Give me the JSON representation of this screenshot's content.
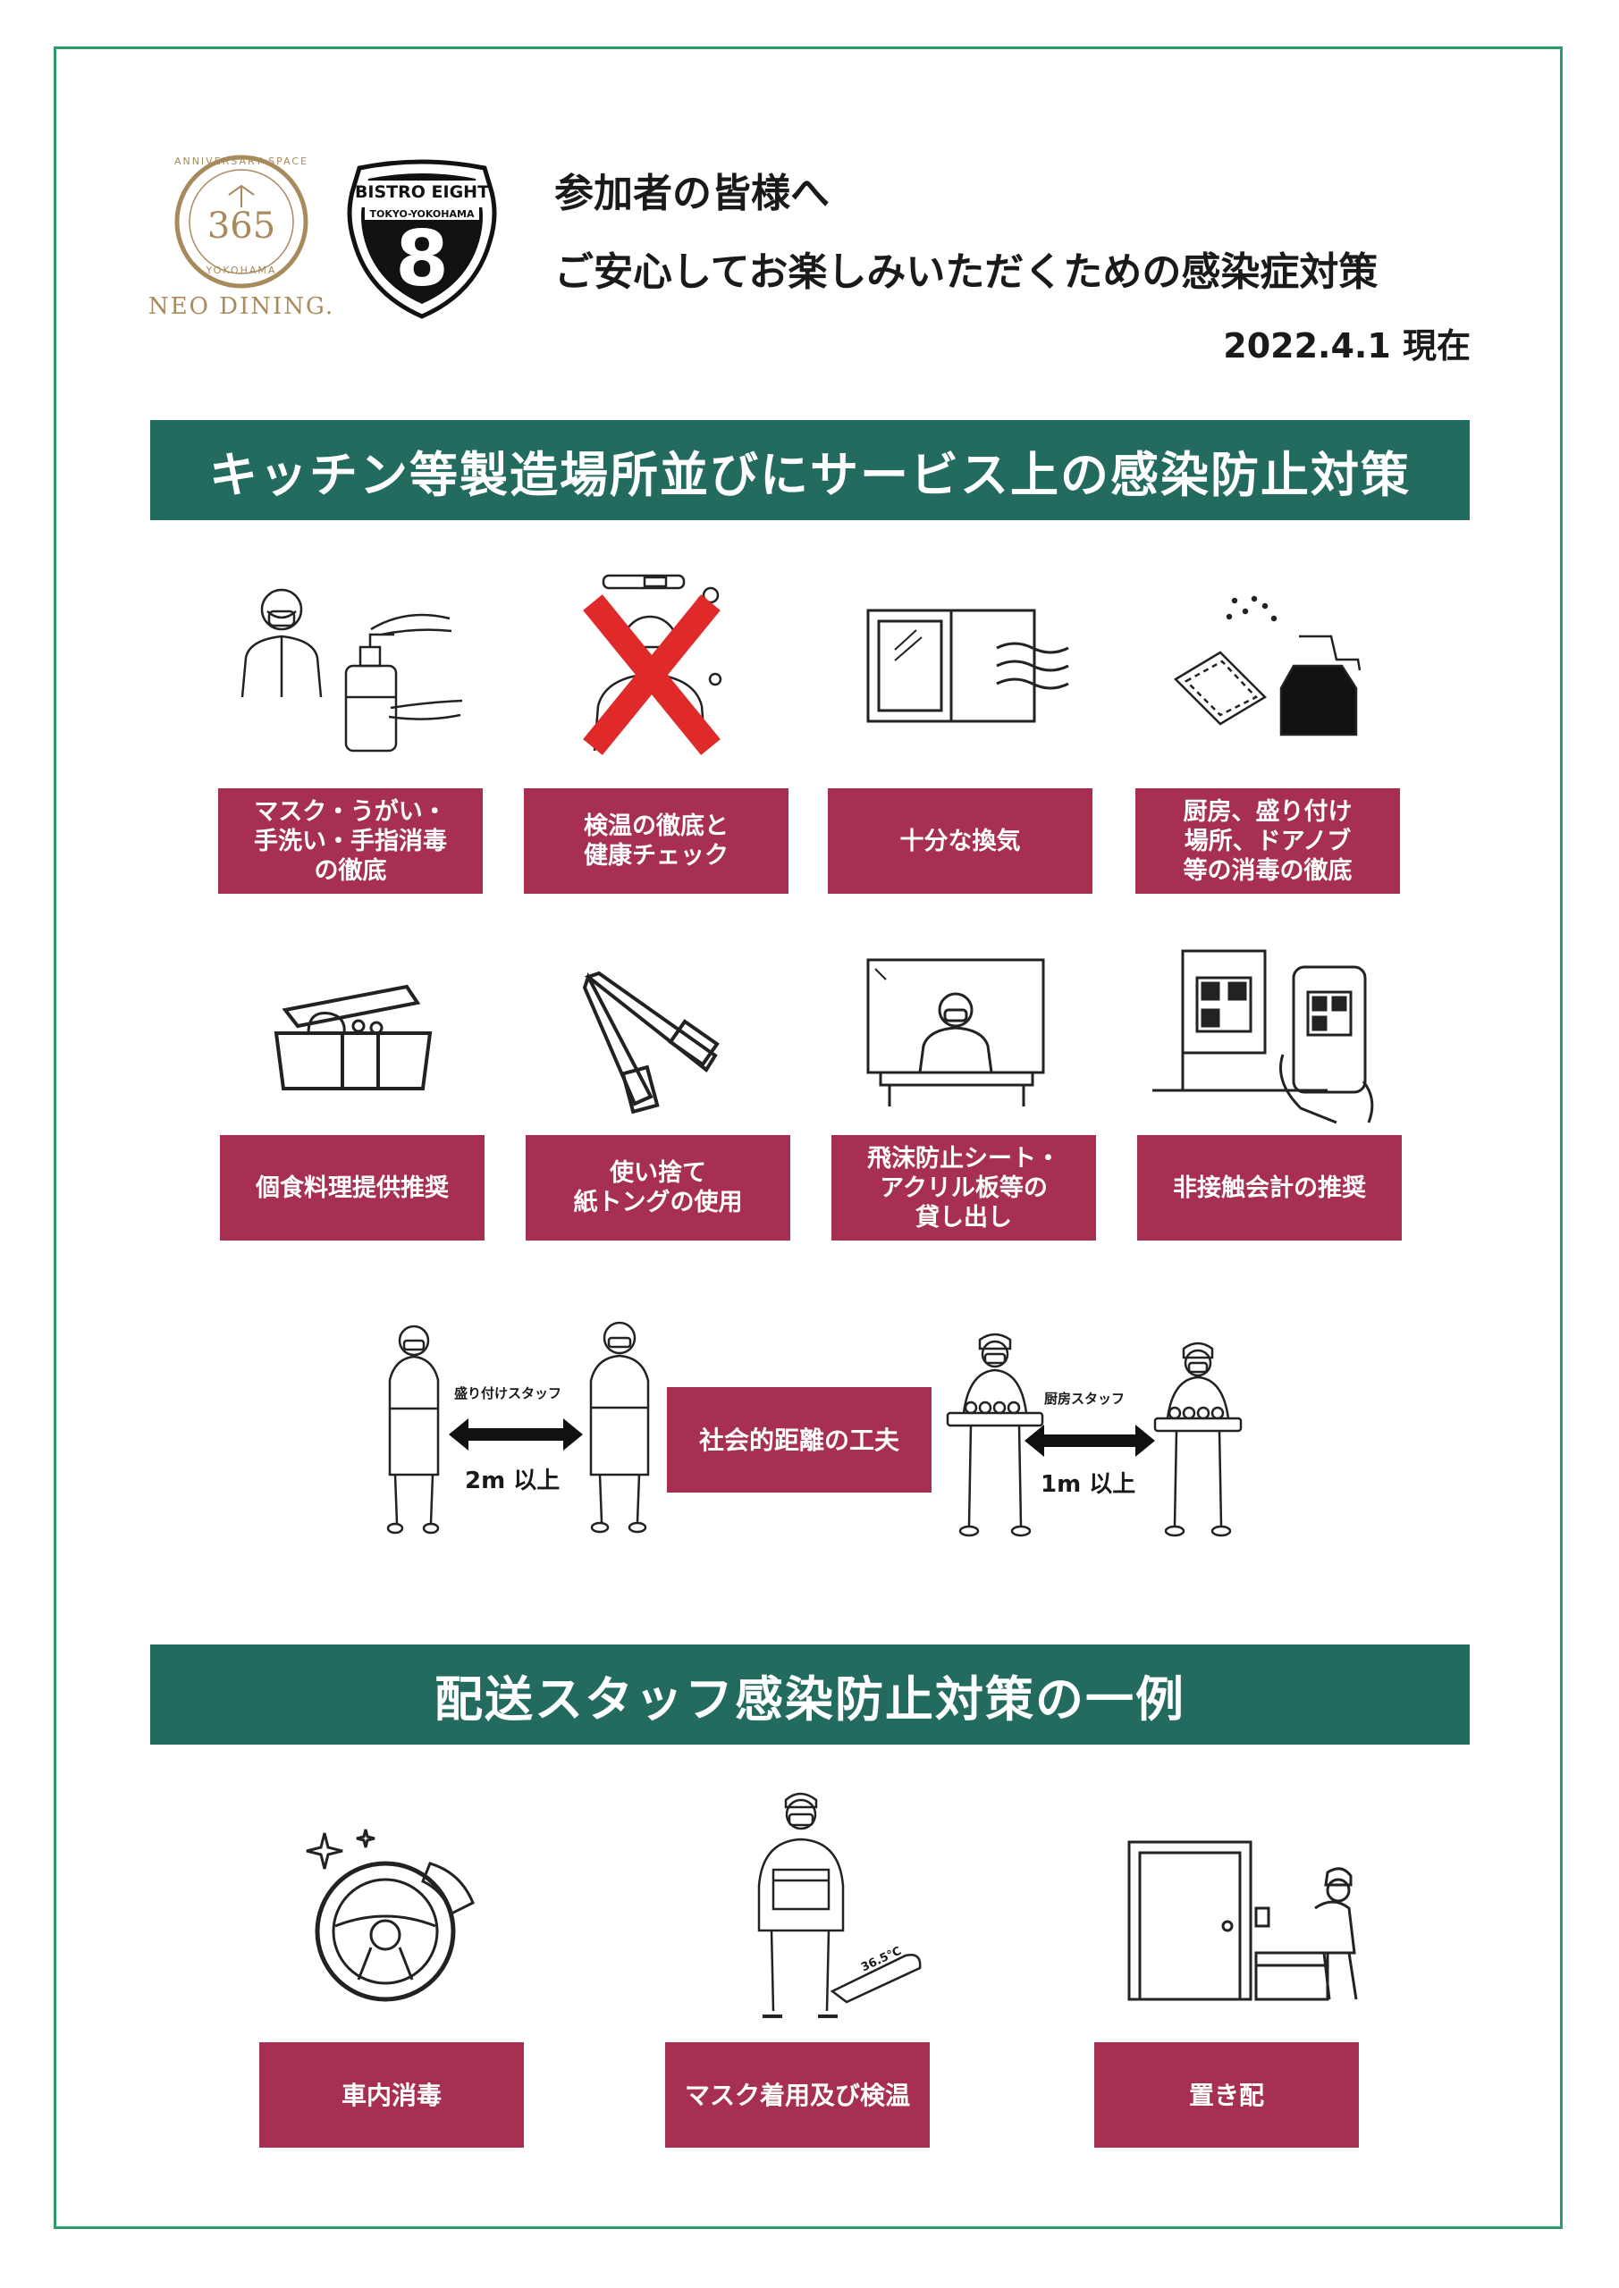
{
  "header": {
    "line1": "参加者の皆様へ",
    "line2": "ご安心してお楽しみいただくための感染症対策",
    "date": "2022.4.1 現在"
  },
  "logos": {
    "neo_number": "365",
    "neo_ring_top": "ANNIVERSARY SPACE",
    "neo_ring_bottom": "YOKOHAMA",
    "neo_name": "NEO DINING.",
    "bistro_name": "BISTRO EIGHT",
    "bistro_sub": "TOKYO-YOKOHAMA",
    "bistro_number": "8"
  },
  "section1": {
    "title": "キッチン等製造場所並びにサービス上の感染防止対策",
    "items": [
      {
        "label": "マスク・うがい・\n手洗い・手指消毒\nの徹底",
        "icon": "hand-sanitizer-icon"
      },
      {
        "label": "検温の徹底と\n健康チェック",
        "icon": "fever-check-icon"
      },
      {
        "label": "十分な換気",
        "icon": "ventilation-window-icon"
      },
      {
        "label": "厨房、盛り付け\n場所、ドアノブ\n等の消毒の徹底",
        "icon": "disinfect-spray-icon"
      },
      {
        "label": "個食料理提供推奨",
        "icon": "bento-box-icon"
      },
      {
        "label": "使い捨て\n紙トングの使用",
        "icon": "tongs-icon"
      },
      {
        "label": "飛沫防止シート・\nアクリル板等の\n貸し出し",
        "icon": "acrylic-partition-icon"
      },
      {
        "label": "非接触会計の推奨",
        "icon": "qr-payment-icon"
      }
    ],
    "distance": {
      "label": "社会的距離の工夫",
      "left_caption": "盛り付けスタッフ",
      "left_distance": "2m 以上",
      "right_caption": "厨房スタッフ",
      "right_distance": "1m 以上",
      "thermometer_text": "36.5℃"
    }
  },
  "section2": {
    "title": "配送スタッフ感染防止対策の一例",
    "items": [
      {
        "label": "車内消毒",
        "icon": "steering-wheel-icon"
      },
      {
        "label": "マスク着用及び検温",
        "icon": "delivery-staff-icon"
      },
      {
        "label": "置き配",
        "icon": "door-delivery-icon"
      }
    ]
  },
  "colors": {
    "banner": "#236a5f",
    "label": "#a62f52",
    "frame": "#2e9b6c",
    "gold": "#a88a5c",
    "cross": "#e02a2a"
  }
}
